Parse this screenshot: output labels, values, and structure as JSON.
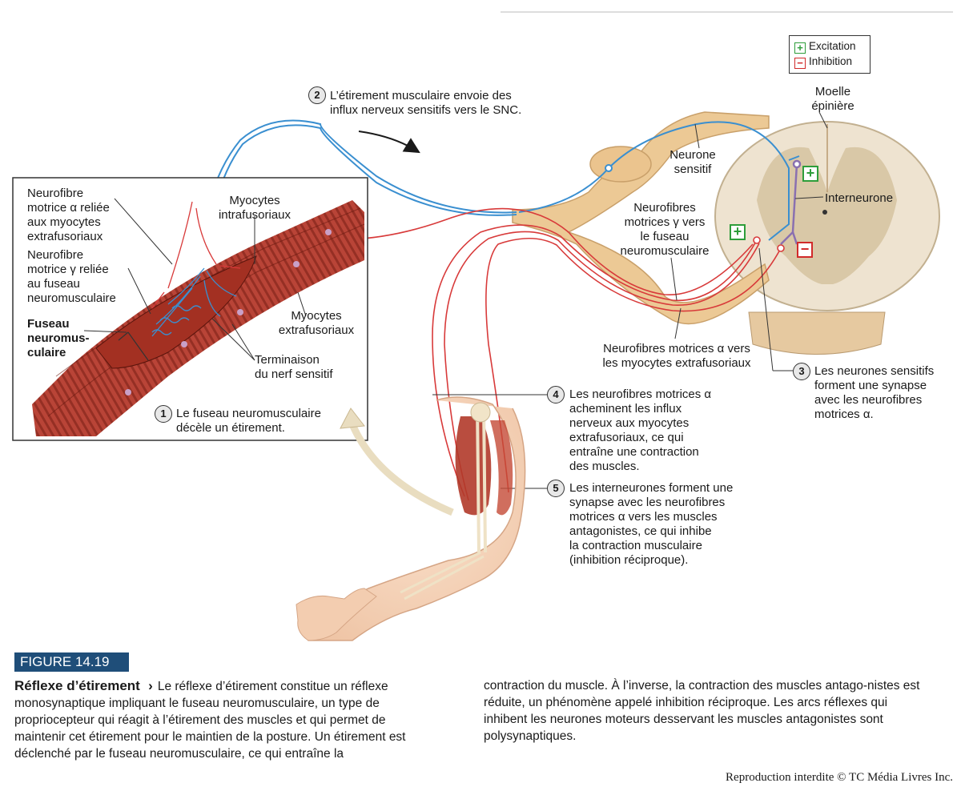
{
  "legend": {
    "excitation": "Excitation",
    "inhibition": "Inhibition",
    "plus_icon": "plus-square-icon",
    "minus_icon": "minus-square-icon"
  },
  "labels": {
    "moelle": "Moelle\népinière",
    "neurone_sensitif": "Neurone\nsensitif",
    "interneurone": "Interneurone",
    "neurofibres_gamma": "Neurofibres\nmotrices γ vers\nle fuseau\nneuromusculaire",
    "neurofibres_alpha": "Neurofibres motrices α vers\nles myocytes extrafusoriaux",
    "neurofibre_alpha_relie": "Neurofibre\nmotrice α reliée\naux myocytes\nextrafusoriaux",
    "neurofibre_gamma_relie": "Neurofibre\nmotrice γ reliée\nau fuseau\nneuromusculaire",
    "fuseau": "Fuseau\nneuromus-\nculaire",
    "myocytes_intra": "Myocytes\nintrafusoriaux",
    "myocytes_extra": "Myocytes\nextrafusoriaux",
    "terminaison": "Terminaison\ndu nerf sensitif"
  },
  "steps": [
    {
      "num": "1",
      "text": "Le fuseau neuromusculaire\ndécèle un étirement."
    },
    {
      "num": "2",
      "text": "L’étirement musculaire envoie des\ninflux nerveux sensitifs vers le SNC."
    },
    {
      "num": "3",
      "text": "Les neurones sensitifs\nforment une synapse\navec les neurofibres\nmotrices α."
    },
    {
      "num": "4",
      "text": "Les neurofibres motrices α\nacheminent les influx\nnerveux aux myocytes\nextrafusoriaux, ce qui\nentraîne une contraction\ndes muscles."
    },
    {
      "num": "5",
      "text": "Les interneurones forment une\nsynapse avec les neurofibres\nmotrices α vers les muscles\nantagonistes, ce qui inhibe\nla contraction musculaire\n(inhibition réciproque)."
    }
  ],
  "figure": {
    "tag": "FIGURE 14.19",
    "title": "Réflexe d’étirement",
    "arrow": "›",
    "text_left": "Le réflexe d’étirement constitue un réflexe monosynaptique impliquant le fuseau neuromusculaire, un type de propriocepteur qui réagit à l’étirement des muscles et qui permet de maintenir cet étirement pour le maintien de la posture. Un étirement est déclenché par le fuseau neuromusculaire, ce qui entraîne la",
    "text_right": "contraction du muscle. À l’inverse, la contraction des muscles antago-nistes est réduite, un phénomène appelé inhibition réciproque. Les arcs réflexes qui inhibent les neurones moteurs desservant les muscles antagonistes sont polysynaptiques."
  },
  "credit": "Reproduction interdite © TC Média Livres Inc.",
  "colors": {
    "sensory": "#3a8fd0",
    "motor": "#d83a3a",
    "interneuron": "#8a70b0",
    "nerve": "#e9c89a",
    "cord": "#efe6d6",
    "grey_matter": "#d8c8a8",
    "muscle": "#b13a2a",
    "excitation": "#2e9d3a",
    "inhibition": "#d12a2a",
    "figure_tag": "#1f4e79"
  }
}
